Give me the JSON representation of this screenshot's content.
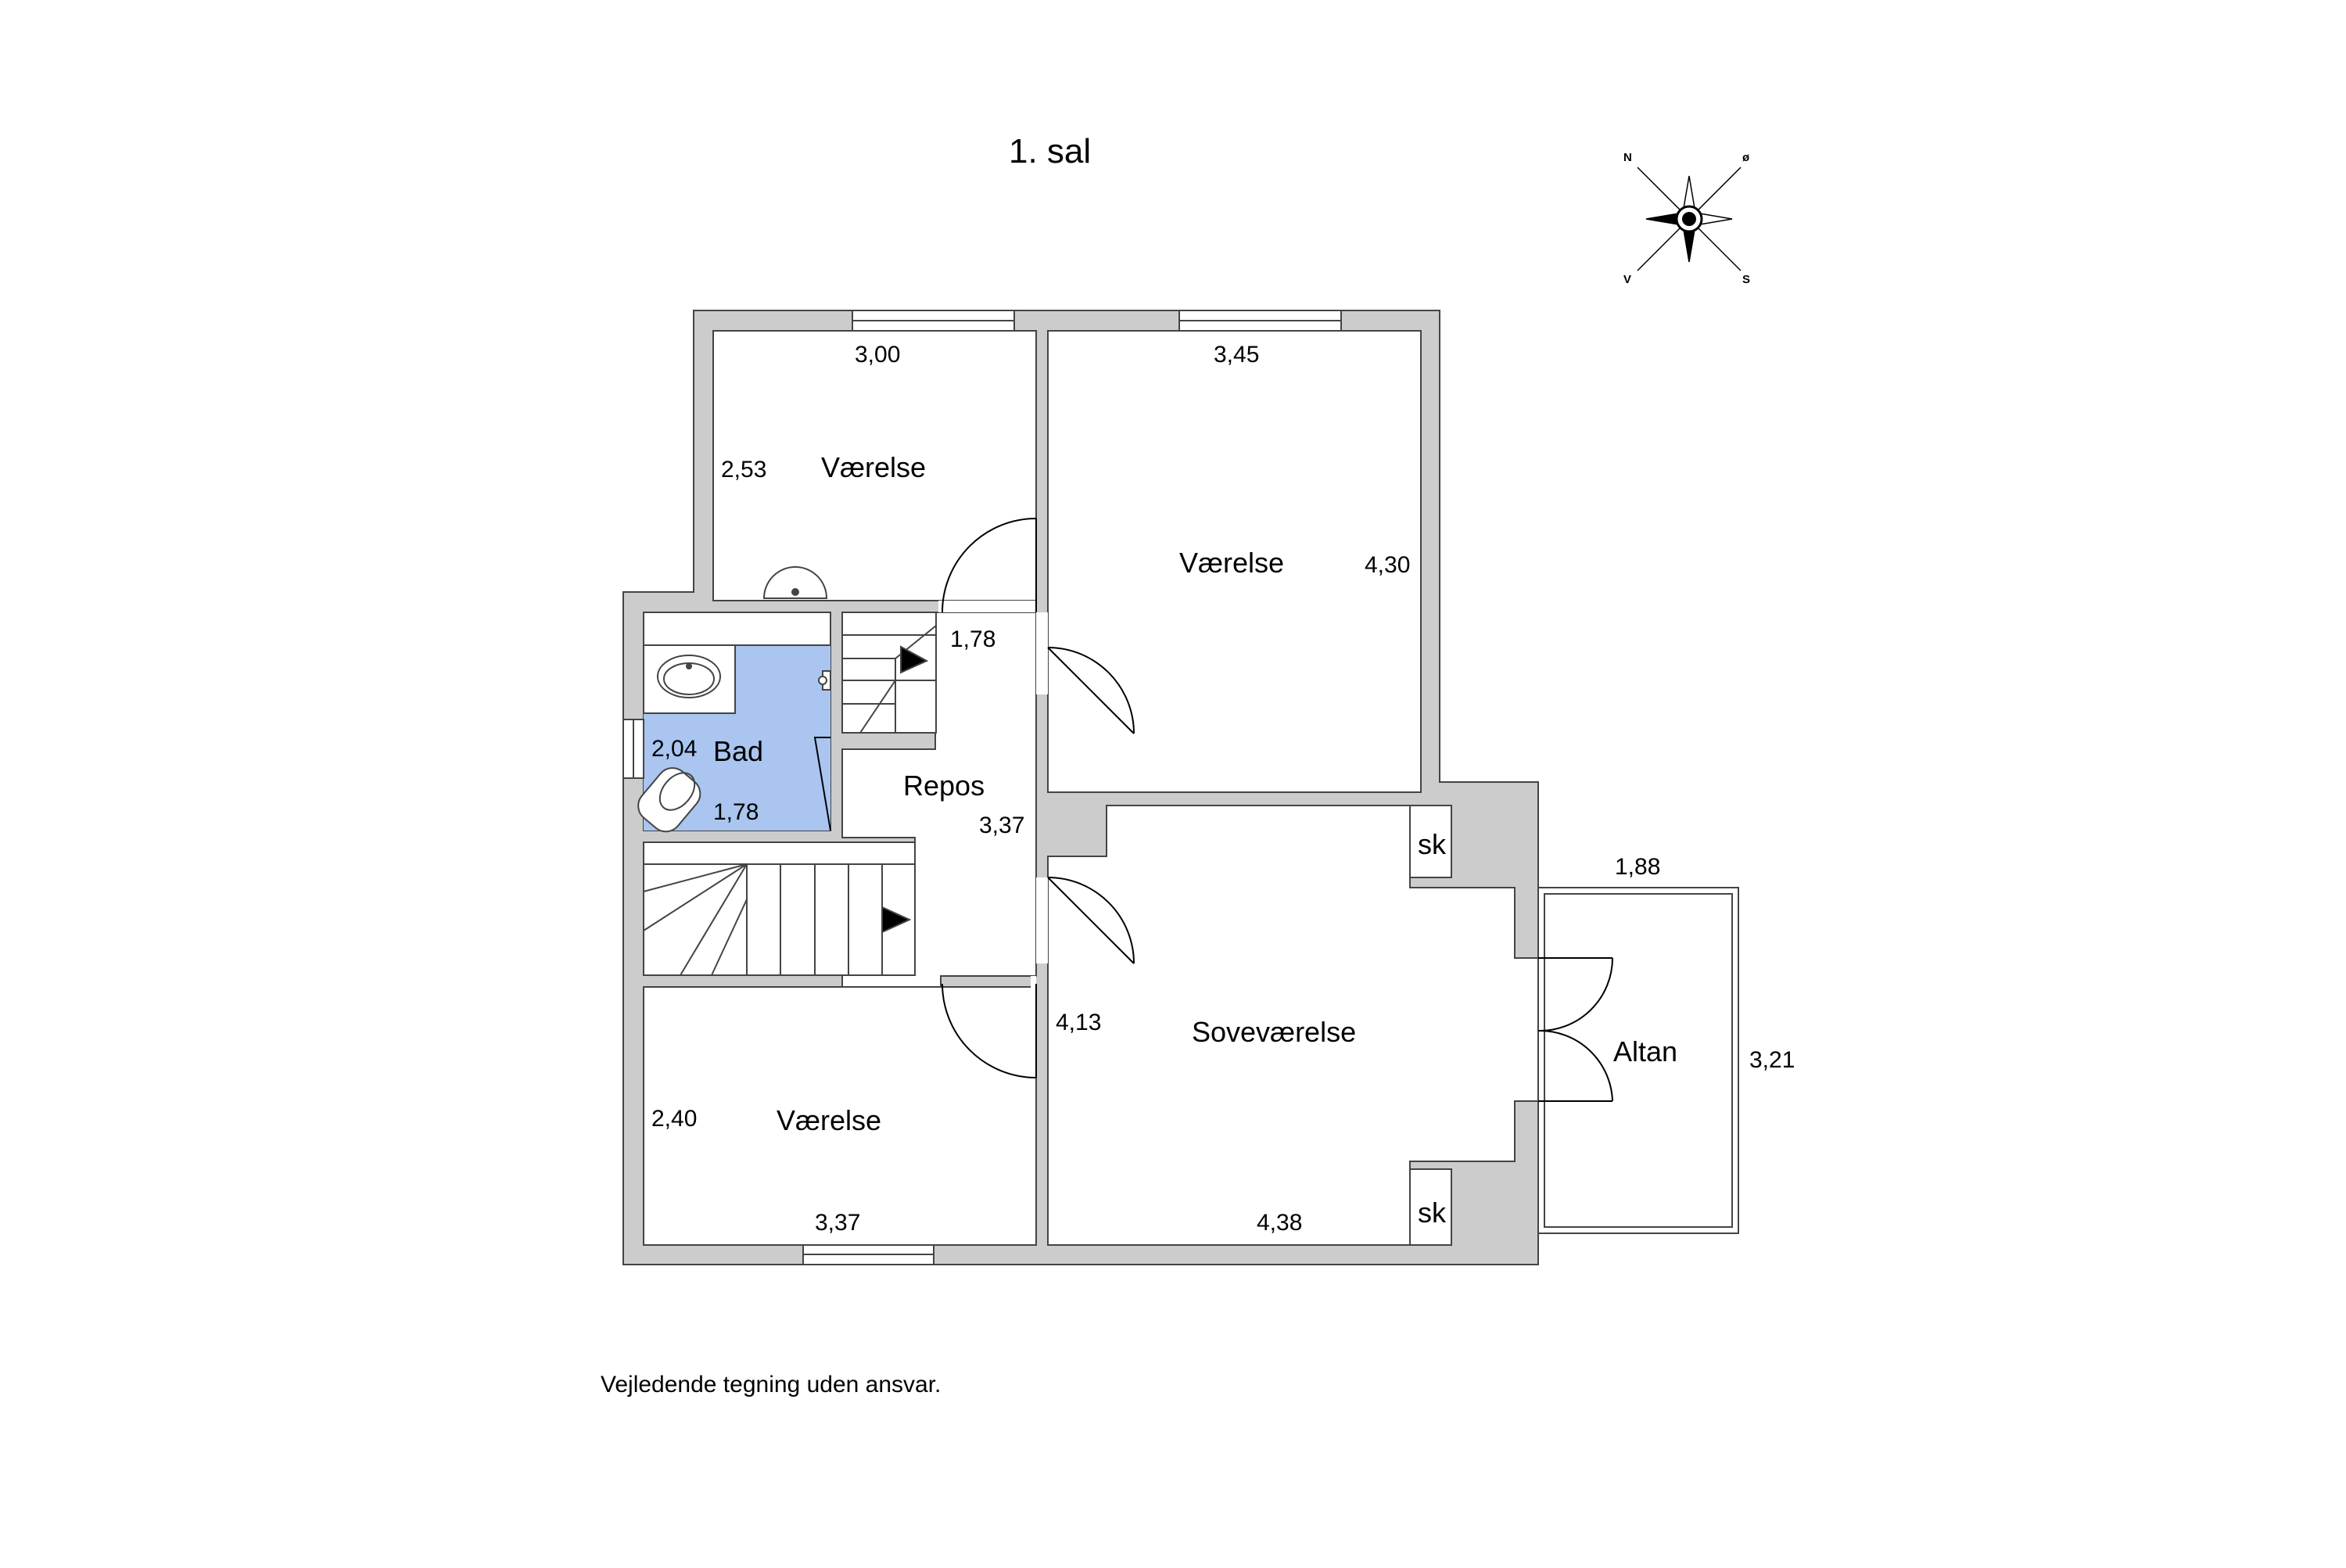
{
  "floor_title": "1. sal",
  "compass": {
    "n": "N",
    "o": "ø",
    "v": "V",
    "s": "S"
  },
  "rooms": {
    "vaerelse_top_left": "Værelse",
    "vaerelse_top_right": "Værelse",
    "bad": "Bad",
    "repos": "Repos",
    "vaerelse_bottom_left": "Værelse",
    "sovevaerelse": "Soveværelse",
    "altan": "Altan",
    "sk_top": "sk",
    "sk_bottom": "sk"
  },
  "dimensions": {
    "tl_width": "3,00",
    "tl_height": "2,53",
    "tr_width": "3,45",
    "tr_height": "4,30",
    "stair_top": "1,78",
    "bad_height": "2,04",
    "bad_width": "1,78",
    "repos_height": "3,37",
    "bl_height": "2,40",
    "bl_width": "3,37",
    "sov_height": "4,13",
    "sov_width": "4,38",
    "altan_width": "1,88",
    "altan_height": "3,21"
  },
  "disclaimer": "Vejledende tegning uden ansvar.",
  "colors": {
    "wall": "#cccccc",
    "wall_outline": "#444444",
    "bathroom": "#a9c5f0"
  }
}
